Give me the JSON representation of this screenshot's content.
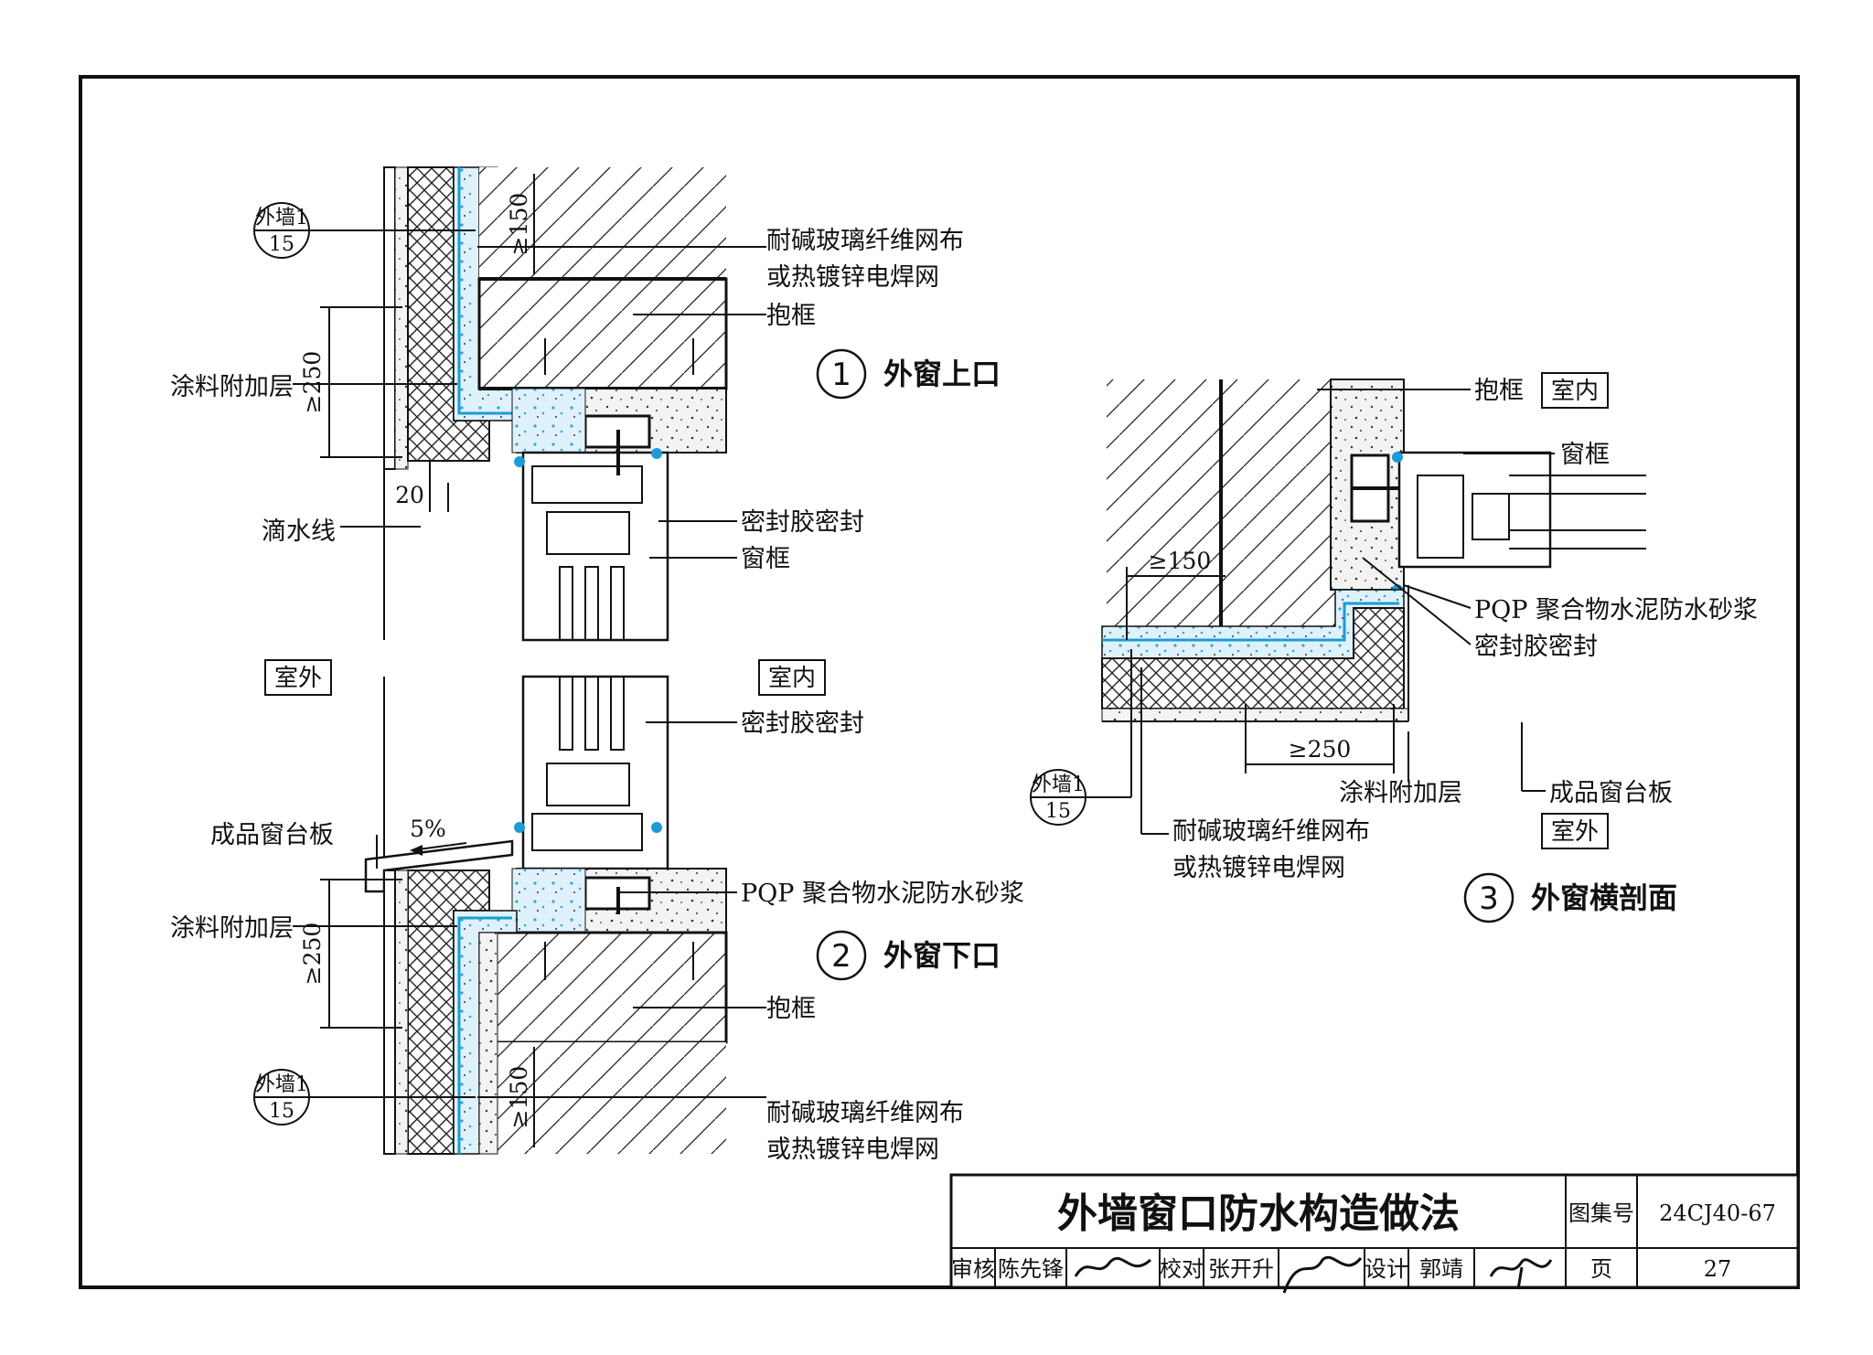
{
  "sheet": {
    "title": "外墙窗口防水构造做法",
    "atlas_label": "图集号",
    "atlas_no": "24CJ40-67",
    "page_label": "页",
    "page_no": "27",
    "review_label": "审核",
    "reviewer": "陈先锋",
    "check_label": "校对",
    "checker": "张开升",
    "design_label": "设计",
    "designer": "郭靖"
  },
  "details": [
    {
      "num": "1",
      "title": "外窗上口"
    },
    {
      "num": "2",
      "title": "外窗下口"
    },
    {
      "num": "3",
      "title": "外窗横剖面"
    }
  ],
  "refs": {
    "top": "外墙1",
    "bottom": "15"
  },
  "labels": {
    "mesh_1": "耐碱玻璃纤维网布",
    "mesh_2": "或热镀锌电焊网",
    "subframe": "抱框",
    "coating": "涂料附加层",
    "drip": "滴水线",
    "sealant": "密封胶密封",
    "frame": "窗框",
    "outdoor": "室外",
    "indoor": "室内",
    "sill": "成品窗台板",
    "mortar": "PQP 聚合物水泥防水砂浆"
  },
  "dims": {
    "d150": "≥150",
    "d250": "≥250",
    "d20": "20",
    "slope": "5%"
  }
}
